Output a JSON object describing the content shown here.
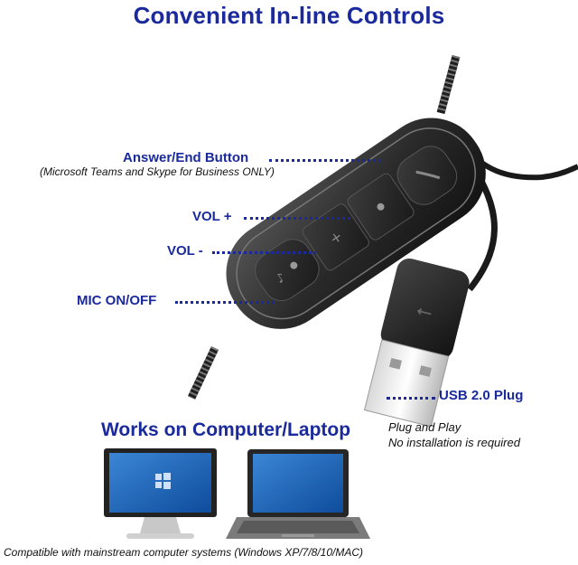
{
  "title": "Convenient In-line Controls",
  "callouts": {
    "answer_end": "Answer/End Button",
    "answer_end_note": "(Microsoft Teams and Skype for Business ONLY)",
    "vol_up": "VOL +",
    "vol_down": "VOL -",
    "mic": "MIC ON/OFF",
    "usb": "USB 2.0 Plug"
  },
  "plug_note": {
    "line1": "Plug and Play",
    "line2": "No installation is required"
  },
  "works_heading": "Works on Computer/Laptop",
  "compatibility": "Compatible with mainstream computer systems (Windows XP/7/8/10/MAC)",
  "colors": {
    "accent": "#1a2a9c",
    "screen": "#1e63b8",
    "body": "#2a2a2a"
  }
}
